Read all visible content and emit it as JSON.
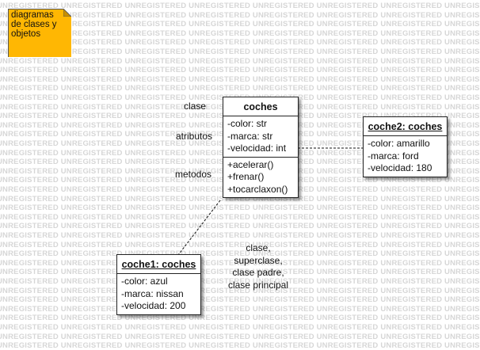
{
  "watermark_text": "UNREGISTERED",
  "note": {
    "lines": [
      "diagramas",
      "de clases y",
      "objetos"
    ]
  },
  "class_coches": {
    "name": "coches",
    "attributes": [
      "-color: str",
      "-marca: str",
      "-velocidad: int"
    ],
    "methods": [
      "+acelerar()",
      "+frenar()",
      "+tocarclaxon()"
    ]
  },
  "object_coche2": {
    "name": "coche2: coches",
    "attributes": [
      "-color: amarillo",
      "-marca: ford",
      "-velocidad: 180"
    ]
  },
  "object_coche1": {
    "name": "coche1: coches",
    "attributes": [
      "-color: azul",
      "-marca: nissan",
      "-velocidad: 200"
    ]
  },
  "labels": {
    "clase": "clase",
    "atributos": "atributos",
    "metodos": "metodos",
    "synonyms": [
      "clase,",
      "superclase,",
      "clase padre,",
      "clase principal"
    ]
  },
  "colors": {
    "note_fill": "#ffb703",
    "watermark": "#d6d6d6",
    "border": "#222222"
  }
}
